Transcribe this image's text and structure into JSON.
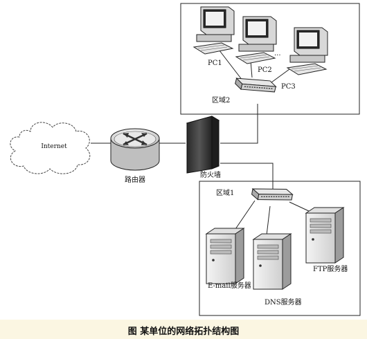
{
  "diagram": {
    "caption": "图 某单位的网络拓扑结构图",
    "labels": {
      "internet": "Internet",
      "router": "路由器",
      "firewall": "防火墙",
      "zone1": "区域1",
      "zone2": "区域2",
      "pc1": "PC1",
      "pc2": "PC2",
      "pc3": "PC3",
      "pc_ellipsis": "...",
      "email_server": "E-mail服务器",
      "dns_server": "DNS服务器",
      "ftp_server": "FTP服务器"
    }
  }
}
